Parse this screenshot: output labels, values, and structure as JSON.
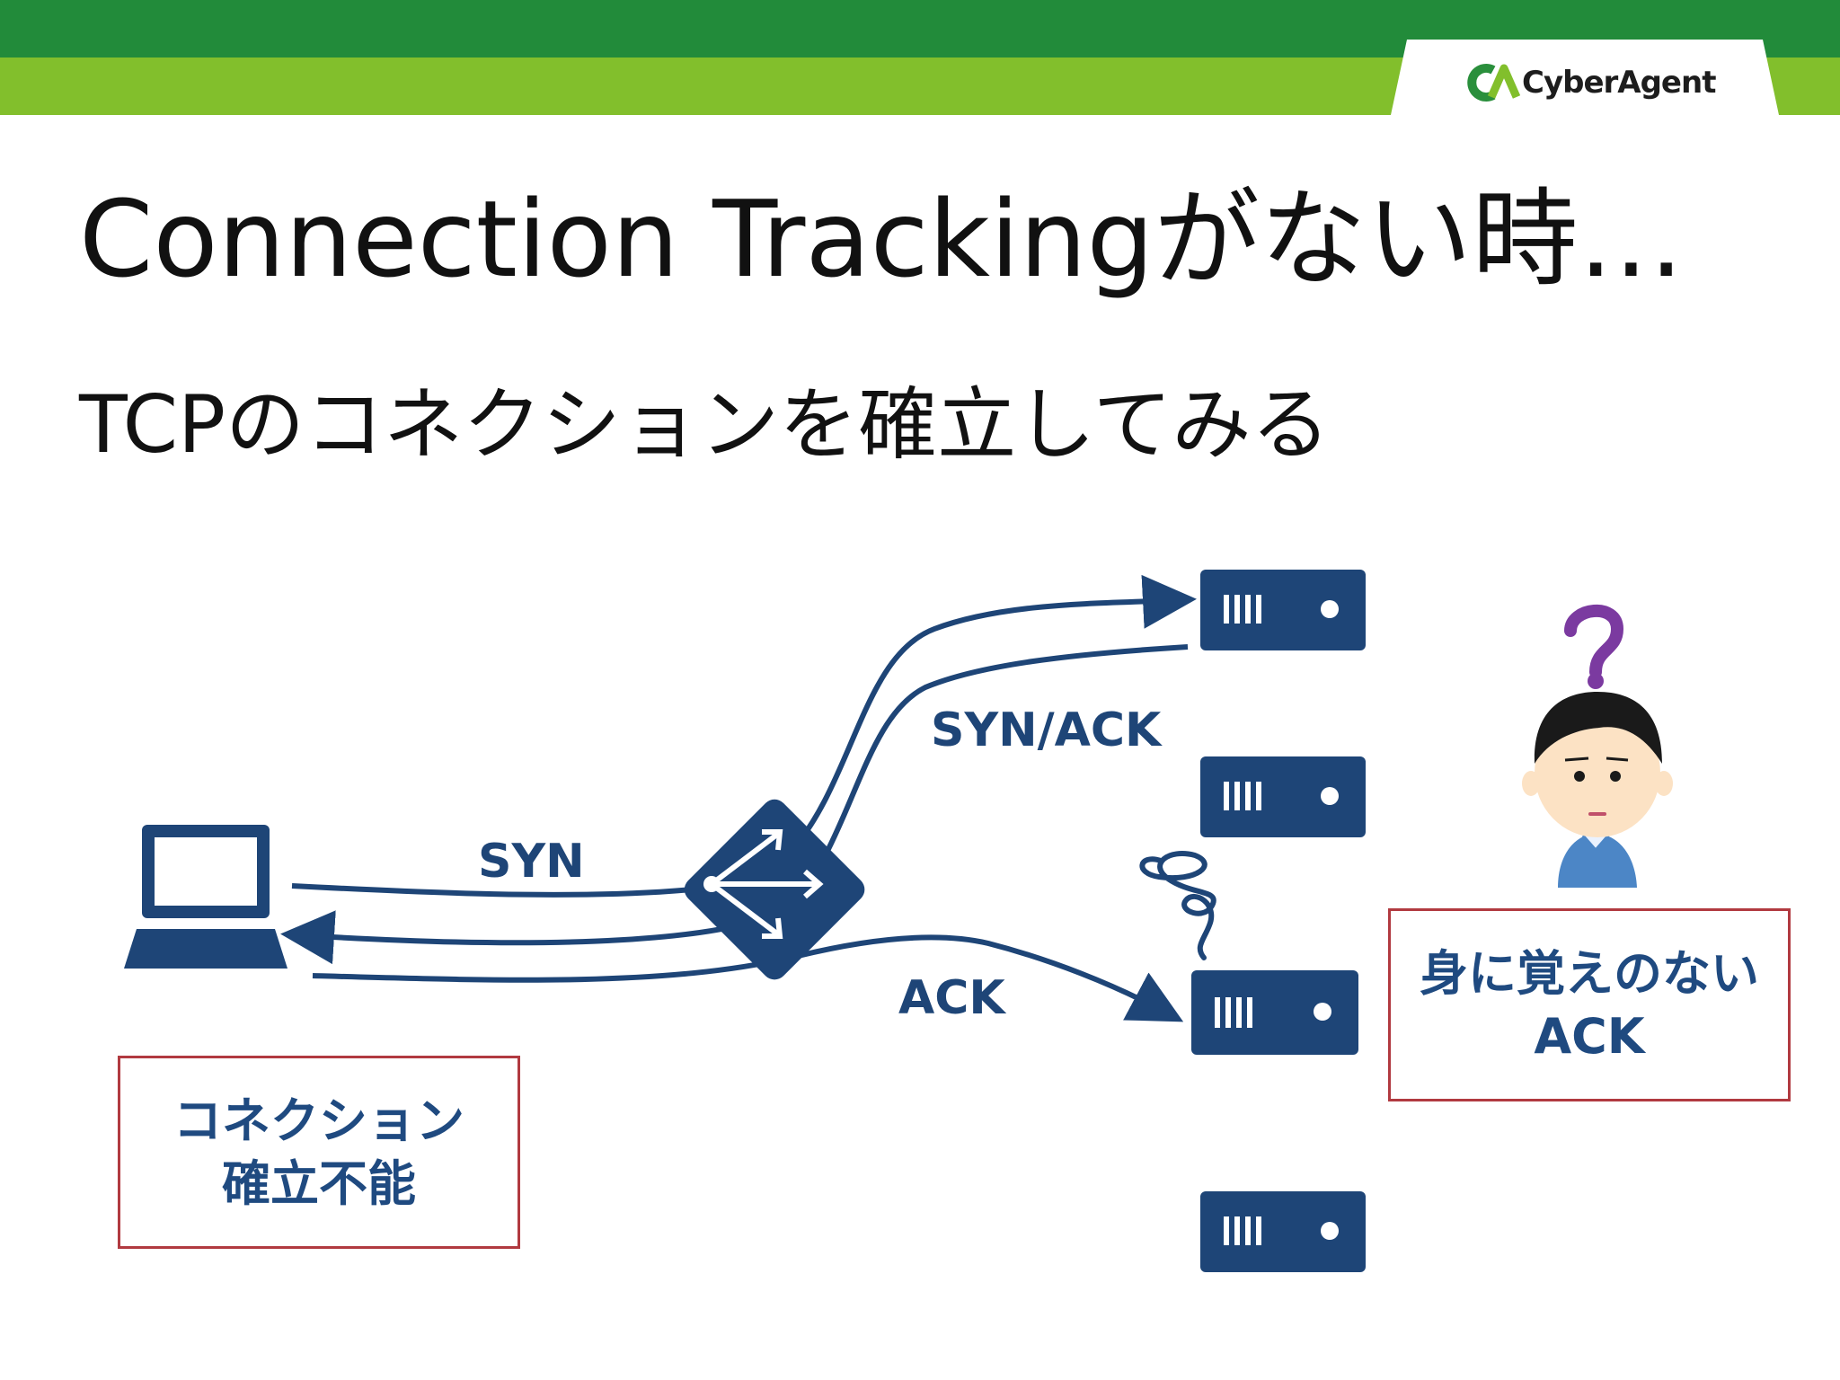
{
  "header": {
    "logo_text": "CyberAgent",
    "colors": {
      "dark_green": "#228b3a",
      "light_green": "#82bf2c"
    }
  },
  "title": "Connection Trackingがない時…",
  "subtitle": "TCPのコネクションを確立してみる",
  "diagram": {
    "labels": {
      "syn": "SYN",
      "syn_ack": "SYN/ACK",
      "ack": "ACK"
    },
    "nodes": {
      "client": "laptop-icon",
      "router": "router-icon",
      "servers": [
        "server-icon",
        "server-icon",
        "server-icon",
        "server-icon"
      ],
      "person": "confused-person-icon",
      "question": "question-mark-icon",
      "confusion": "swirl-icon"
    },
    "colors": {
      "navy": "#1e4577",
      "red_border": "#b13a40",
      "purple": "#7b3aa0"
    }
  },
  "boxes": {
    "left": {
      "line1": "コネクション",
      "line2": "確立不能"
    },
    "right": {
      "line1": "身に覚えのない",
      "line2": "ACK"
    }
  }
}
